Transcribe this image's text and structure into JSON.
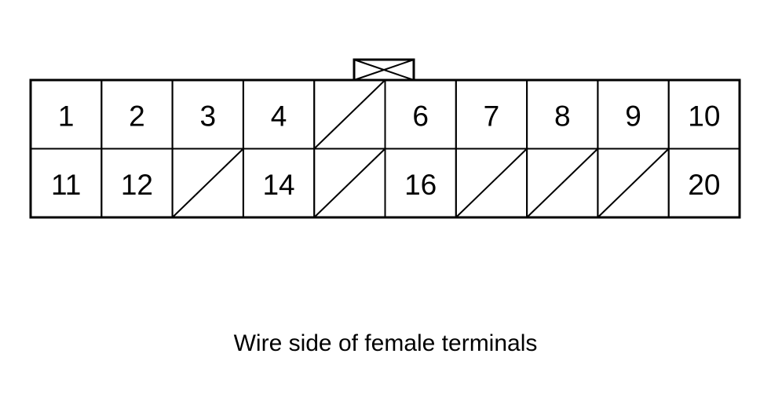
{
  "connector": {
    "rows": [
      [
        {
          "label": "1",
          "empty": false
        },
        {
          "label": "2",
          "empty": false
        },
        {
          "label": "3",
          "empty": false
        },
        {
          "label": "4",
          "empty": false
        },
        {
          "label": "",
          "empty": true
        },
        {
          "label": "6",
          "empty": false
        },
        {
          "label": "7",
          "empty": false
        },
        {
          "label": "8",
          "empty": false
        },
        {
          "label": "9",
          "empty": false
        },
        {
          "label": "10",
          "empty": false
        }
      ],
      [
        {
          "label": "11",
          "empty": false
        },
        {
          "label": "12",
          "empty": false
        },
        {
          "label": "",
          "empty": true
        },
        {
          "label": "14",
          "empty": false
        },
        {
          "label": "",
          "empty": true
        },
        {
          "label": "16",
          "empty": false
        },
        {
          "label": "",
          "empty": true
        },
        {
          "label": "",
          "empty": true
        },
        {
          "label": "",
          "empty": true
        },
        {
          "label": "20",
          "empty": false
        }
      ]
    ]
  },
  "caption": "Wire side of female terminals"
}
